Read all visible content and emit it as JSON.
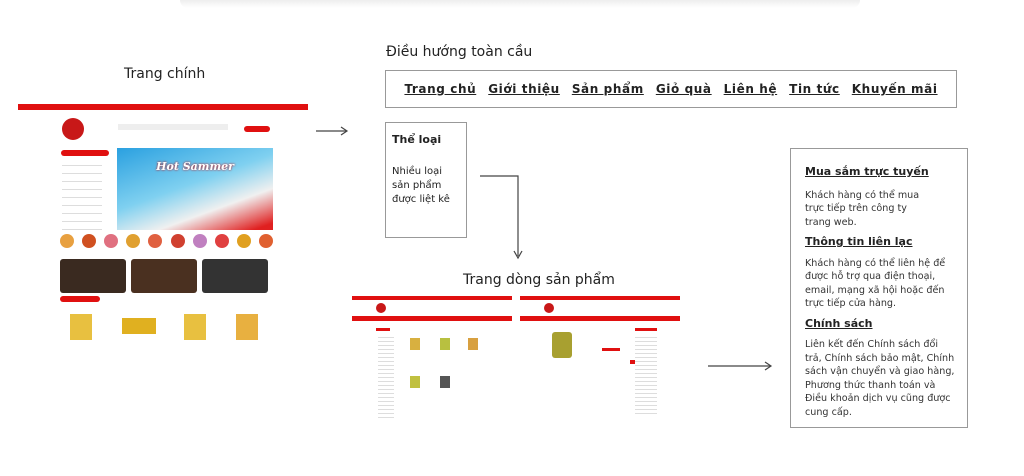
{
  "home": {
    "title": "Trang chính",
    "banner_text": "Hot Sammer"
  },
  "global_nav": {
    "title": "Điều hướng toàn cầu",
    "links": [
      "Trang chủ",
      "Giới thiệu",
      "Sản phẩm",
      "Giỏ quà",
      "Liên hệ",
      "Tin tức",
      "Khuyến mãi"
    ]
  },
  "category": {
    "title": "Thể loại",
    "desc": "Nhiều loại sản phẩm được liệt kê"
  },
  "product_line": {
    "title": "Trang dòng sản phẩm"
  },
  "info": {
    "sections": [
      {
        "title": "Mua sắm trực tuyến",
        "text": "Khách hàng có thể mua trực tiếp trên công ty trang web."
      },
      {
        "title": "Thông tin liên lạc",
        "text": "Khách hàng có thể liên hệ để được hỗ trợ qua điện thoại, email, mạng xã hội hoặc đến trực tiếp cửa hàng."
      },
      {
        "title": "Chính sách",
        "text": "Liên kết đến Chính sách đổi trả, Chính sách bảo mật, Chính sách vận chuyển và giao hàng, Phương thức thanh toán và Điều khoản dịch vụ cũng được cung cấp."
      }
    ]
  }
}
